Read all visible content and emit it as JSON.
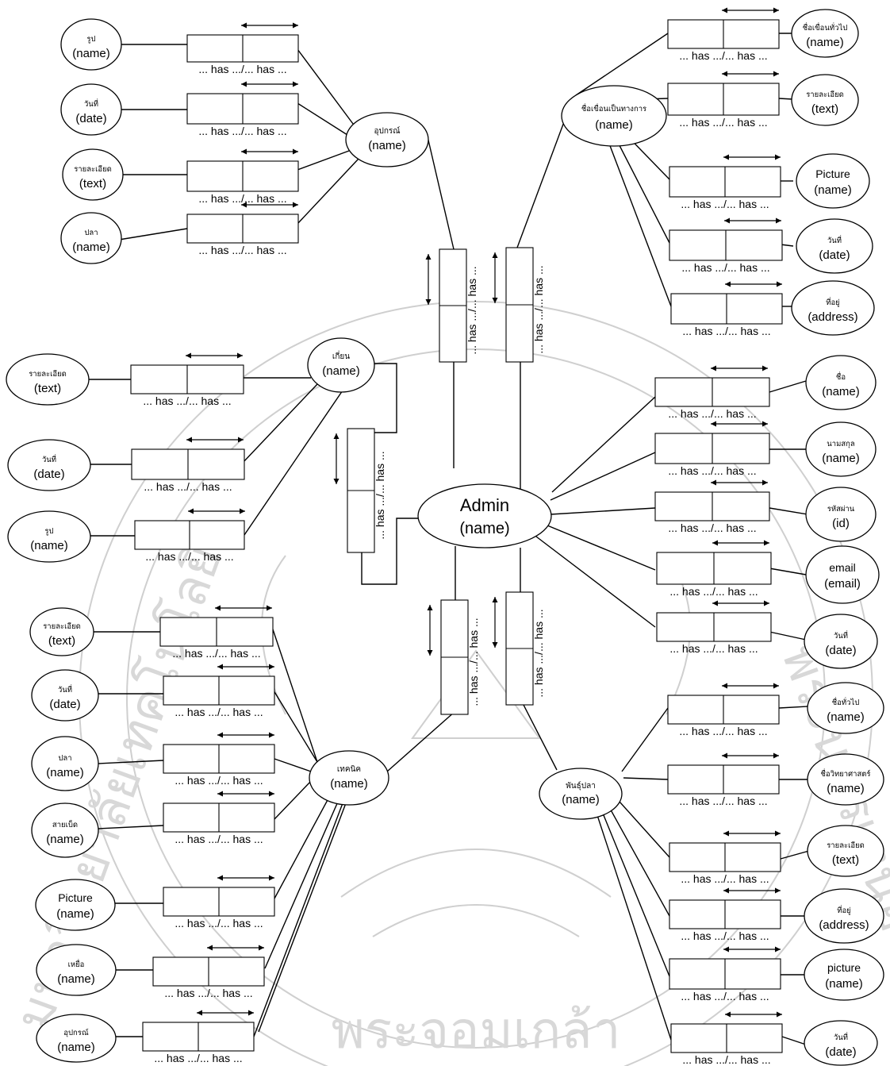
{
  "watermark": {
    "ring_text_bottom": "พระจอมเกล้า",
    "ring_text_left": "มหาวิทยาลัยเทคโนโลยี",
    "ring_text_right": "พระนครเหนือ"
  },
  "relationship_label": "... has .../... has ...",
  "center": {
    "title": "Admin",
    "subtitle": "(name)"
  },
  "hubs": {
    "tools": {
      "title": "อุปกรณ์",
      "subtitle": "(name)"
    },
    "official": {
      "title": "ชื่อเขื่อนเป็นทางการ",
      "subtitle": "(name)"
    },
    "species_left": {
      "title": "เกี่ยน",
      "subtitle": "(name)"
    },
    "fishing": {
      "title": "เทคนิค",
      "subtitle": "(name)"
    },
    "fish": {
      "title": "พันธุ์ปลา",
      "subtitle": "(name)"
    }
  },
  "tools_attrs": [
    {
      "title": "รูป",
      "subtitle": "(name)"
    },
    {
      "title": "วันที่",
      "subtitle": "(date)"
    },
    {
      "title": "รายละเอียด",
      "subtitle": "(text)"
    },
    {
      "title": "ปลา",
      "subtitle": "(name)"
    }
  ],
  "official_attrs": [
    {
      "title": "ชื่อเขื่อนทั่วไป",
      "subtitle": "(name)"
    },
    {
      "title": "รายละเอียด",
      "subtitle": "(text)"
    },
    {
      "title": "Picture",
      "subtitle": "(name)"
    },
    {
      "title": "วันที่",
      "subtitle": "(date)"
    },
    {
      "title": "ที่อยู่",
      "subtitle": "(address)"
    }
  ],
  "species_left_attrs": [
    {
      "title": "รายละเอียด",
      "subtitle": "(text)"
    },
    {
      "title": "วันที่",
      "subtitle": "(date)"
    },
    {
      "title": "รูป",
      "subtitle": "(name)"
    }
  ],
  "admin_attrs": [
    {
      "title": "ชื่อ",
      "subtitle": "(name)"
    },
    {
      "title": "นามสกุล",
      "subtitle": "(name)"
    },
    {
      "title": "รหัสผ่าน",
      "subtitle": "(id)"
    },
    {
      "title": "email",
      "subtitle": "(email)"
    },
    {
      "title": "วันที่",
      "subtitle": "(date)"
    }
  ],
  "fishing_attrs": [
    {
      "title": "รายละเอียด",
      "subtitle": "(text)"
    },
    {
      "title": "วันที่",
      "subtitle": "(date)"
    },
    {
      "title": "ปลา",
      "subtitle": "(name)"
    },
    {
      "title": "สายเบ็ด",
      "subtitle": "(name)"
    },
    {
      "title": "Picture",
      "subtitle": "(name)"
    },
    {
      "title": "เหยื่อ",
      "subtitle": "(name)"
    },
    {
      "title": "อุปกรณ์",
      "subtitle": "(name)"
    }
  ],
  "fish_attrs": [
    {
      "title": "ชื่อทั่วไป",
      "subtitle": "(name)"
    },
    {
      "title": "ชื่อวิทยาศาสตร์",
      "subtitle": "(name)"
    },
    {
      "title": "รายละเอียด",
      "subtitle": "(text)"
    },
    {
      "title": "ที่อยู่",
      "subtitle": "(address)"
    },
    {
      "title": "picture",
      "subtitle": "(name)"
    },
    {
      "title": "วันที่",
      "subtitle": "(date)"
    }
  ]
}
